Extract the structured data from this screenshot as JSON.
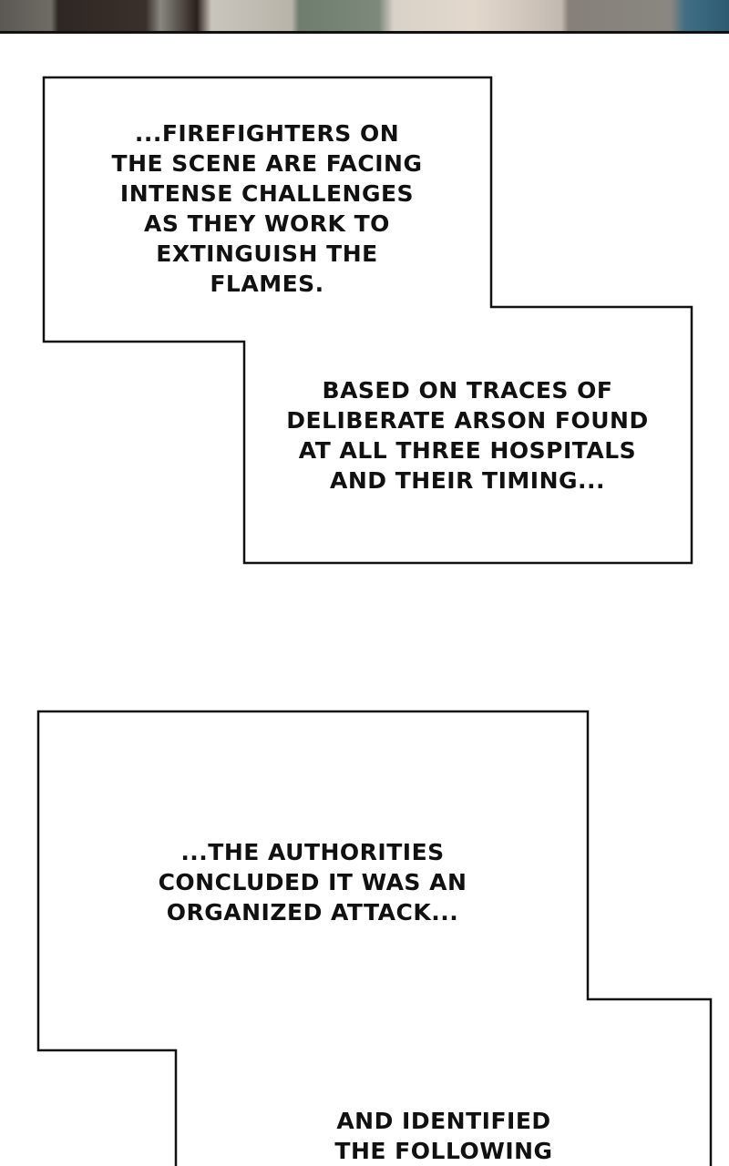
{
  "captions": [
    {
      "lines": [
        "...FIREFIGHTERS ON",
        "THE SCENE ARE FACING",
        "INTENSE CHALLENGES",
        "AS THEY WORK TO",
        "EXTINGUISH THE",
        "FLAMES."
      ]
    },
    {
      "lines": [
        "BASED ON TRACES OF",
        "DELIBERATE ARSON FOUND",
        "AT ALL THREE HOSPITALS",
        "AND THEIR TIMING..."
      ]
    },
    {
      "lines": [
        "...THE AUTHORITIES",
        "CONCLUDED IT WAS AN",
        "ORGANIZED ATTACK..."
      ]
    },
    {
      "lines": [
        "AND IDENTIFIED",
        "THE FOLLOWING"
      ]
    }
  ]
}
